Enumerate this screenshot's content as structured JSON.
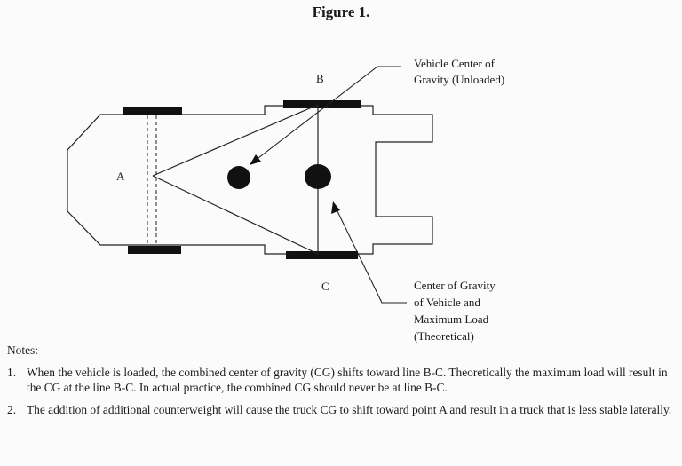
{
  "figure": {
    "title": "Figure 1."
  },
  "diagram": {
    "point_a": "A",
    "point_b": "B",
    "point_c": "C",
    "label_unloaded_cg": {
      "line1": "Vehicle Center of",
      "line2": "Gravity (Unloaded)"
    },
    "label_loaded_cg": {
      "line1": "Center of Gravity",
      "line2": "of Vehicle and",
      "line3": "Maximum Load",
      "line4": "(Theoretical)"
    }
  },
  "notes": {
    "heading": "Notes:",
    "items": [
      {
        "number": "1.",
        "text": "When the vehicle is loaded, the combined center of gravity (CG) shifts toward line B-C. Theoretically the maximum load will result in the CG at the line B-C. In actual practice, the combined CG should never be at line B-C."
      },
      {
        "number": "2.",
        "text": "The addition of additional counterweight will cause the truck CG to shift toward point A and result in a truck that is less stable laterally."
      }
    ]
  }
}
